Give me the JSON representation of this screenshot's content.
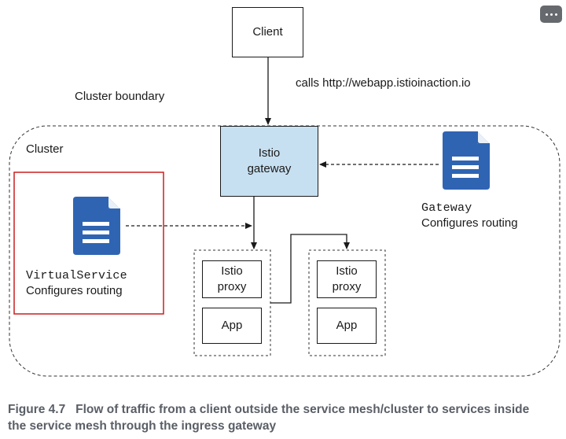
{
  "menu": {
    "icon": "more-horizontal-icon"
  },
  "nodes": {
    "client": "Client",
    "call_label": "calls http://webapp.istioinaction.io",
    "cluster_boundary_label": "Cluster boundary",
    "cluster_label": "Cluster",
    "istio_gateway": [
      "Istio",
      "gateway"
    ],
    "gateway_resource": {
      "kind": "Gateway",
      "desc": "Configures routing",
      "icon": "document-icon"
    },
    "virtualservice_resource": {
      "kind": "VirtualService",
      "desc": "Configures routing",
      "icon": "document-icon"
    },
    "pod_left": {
      "proxy": [
        "Istio",
        "proxy"
      ],
      "app": "App"
    },
    "pod_right": {
      "proxy": [
        "Istio",
        "proxy"
      ],
      "app": "App"
    }
  },
  "caption": {
    "number": "Figure 4.7",
    "text": "Flow of traffic from a client outside the service mesh/cluster to services inside the service mesh through the ingress gateway"
  },
  "colors": {
    "gateway_fill": "#c7e0f1",
    "doc_icon": "#2f64b3",
    "highlight_border": "#cc1f1f",
    "caption_text": "#5a5e66"
  }
}
